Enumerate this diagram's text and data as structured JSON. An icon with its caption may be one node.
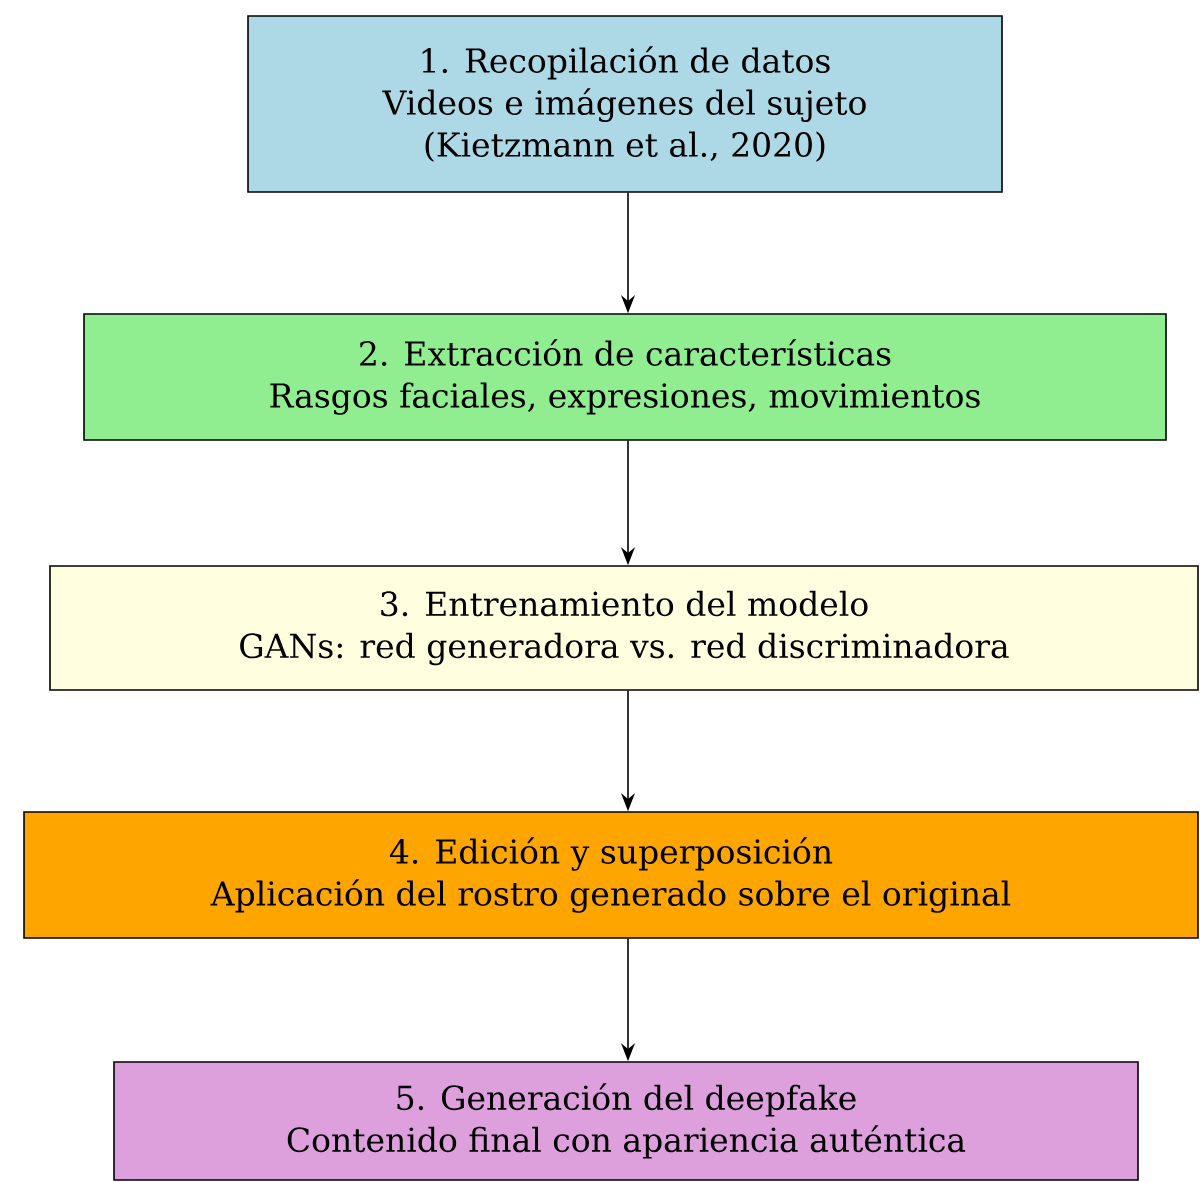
{
  "diagram": {
    "nodes": [
      {
        "text": [
          "1. Recopilación de datos",
          "Videos e imágenes del sujeto (Kietzmann et al., 2020)"
        ]
      },
      {
        "text": [
          "2. Extracción de características",
          "Rasgos faciales, expresiones, movimientos"
        ]
      },
      {
        "text": [
          "3. Entrenamiento del modelo",
          "GANs: red generadora vs. red discriminadora"
        ]
      },
      {
        "text": [
          "4. Edición y superposición",
          "Aplicación del rostro generado sobre el original"
        ]
      },
      {
        "text": [
          "5. Generación del deepfake",
          "Contenido final con apariencia auténtica"
        ]
      }
    ],
    "edges": [
      {
        "from": 0,
        "to": 1,
        "arrow": "to"
      },
      {
        "from": 1,
        "to": 2,
        "arrow": "to"
      },
      {
        "from": 2,
        "to": 3,
        "arrow": "to"
      },
      {
        "from": 3,
        "to": 4,
        "arrow": "to"
      }
    ]
  }
}
